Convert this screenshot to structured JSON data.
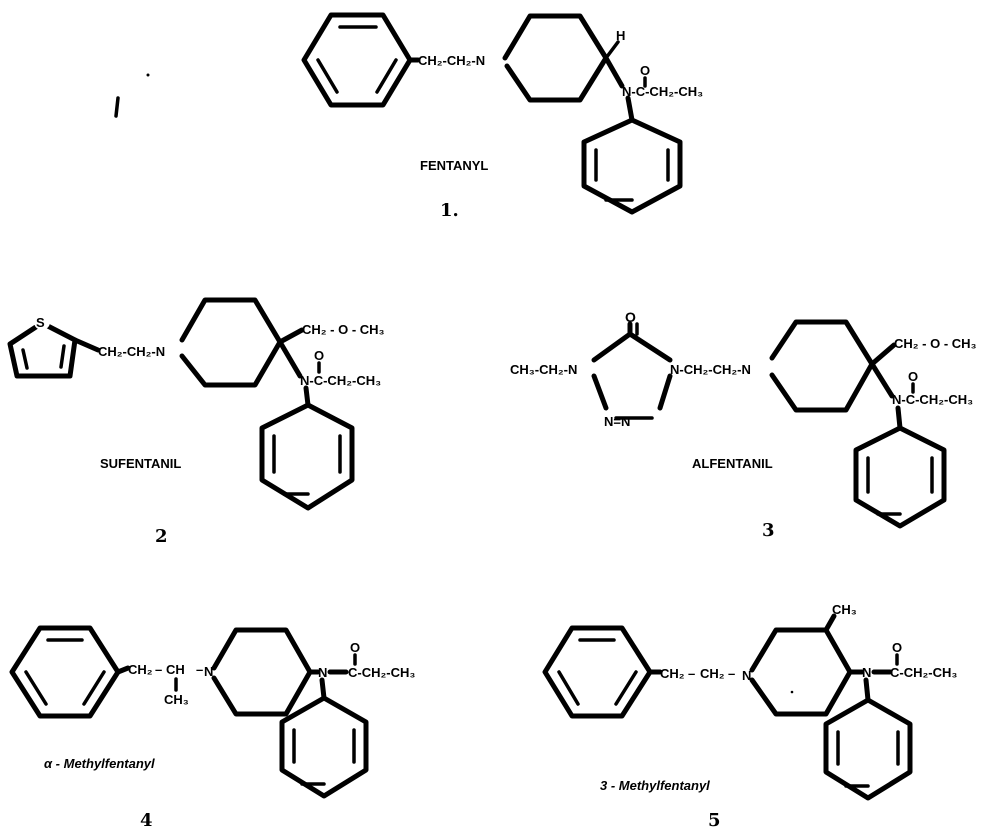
{
  "compounds": [
    {
      "name": "FENTANYL",
      "number": "1."
    },
    {
      "name": "SUFENTANIL",
      "number": "2"
    },
    {
      "name": "ALFENTANIL",
      "number": "3"
    },
    {
      "name": "α - Methylfentanyl",
      "number": "4"
    },
    {
      "name": "3 - Methylfentanyl",
      "number": "5"
    }
  ],
  "labels": {
    "ch2_ch2_n": "CH₂-CH₂-N",
    "n": "N",
    "h": "H",
    "o": "O",
    "s": "S",
    "n_acyl": "N-C-CH₂-CH₃",
    "ch2_o_ch3": "CH₂ - O - CH₃",
    "ch3_ch2_n": "CH₃-CH₂-N",
    "n_ch2_ch2_n": "N-CH₂-CH₂-N",
    "n_eq_n": "N=N",
    "ch2": "CH₂",
    "ch": "CH",
    "ch3": "CH₃",
    "c_ch2_ch3": "C-CH₂-CH₃",
    "dash": "–"
  }
}
